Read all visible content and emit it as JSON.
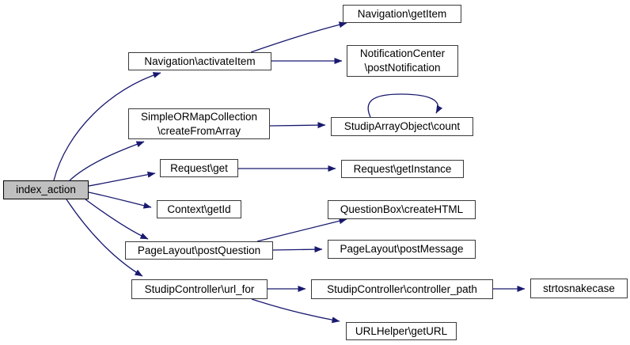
{
  "diagram": {
    "type": "call-graph",
    "root_function": "index_action",
    "colors": {
      "edge": "#191970",
      "node_fill": "#ffffff",
      "node_border": "#3a3a3a",
      "root_fill": "#c0c0c0",
      "root_border": "#000000",
      "text": "#000000",
      "background": "#ffffff"
    },
    "nodes": {
      "index_action": {
        "label": "index_action"
      },
      "navigation_activateitem": {
        "label": "Navigation\\activateItem"
      },
      "navigation_getitem": {
        "label": "Navigation\\getItem"
      },
      "notificationcenter_postnotification": {
        "label": "NotificationCenter\n\\postNotification"
      },
      "simpleormapcollection_createfromarray": {
        "label": "SimpleORMapCollection\n\\createFromArray"
      },
      "studiparrayobject_count": {
        "label": "StudipArrayObject\\count"
      },
      "request_get": {
        "label": "Request\\get"
      },
      "request_getinstance": {
        "label": "Request\\getInstance"
      },
      "context_getid": {
        "label": "Context\\getId"
      },
      "questionbox_createhtml": {
        "label": "QuestionBox\\createHTML"
      },
      "pagelayout_postquestion": {
        "label": "PageLayout\\postQuestion"
      },
      "pagelayout_postmessage": {
        "label": "PageLayout\\postMessage"
      },
      "studipcontroller_url_for": {
        "label": "StudipController\\url_for"
      },
      "studipcontroller_controller_path": {
        "label": "StudipController\\controller_path"
      },
      "strtosnakecase": {
        "label": "strtosnakecase"
      },
      "urlhelper_geturl": {
        "label": "URLHelper\\getURL"
      }
    },
    "edges": [
      {
        "from": "index_action",
        "to": "Navigation\\activateItem"
      },
      {
        "from": "index_action",
        "to": "SimpleORMapCollection\\createFromArray"
      },
      {
        "from": "index_action",
        "to": "Request\\get"
      },
      {
        "from": "index_action",
        "to": "Context\\getId"
      },
      {
        "from": "index_action",
        "to": "PageLayout\\postQuestion"
      },
      {
        "from": "index_action",
        "to": "StudipController\\url_for"
      },
      {
        "from": "Navigation\\activateItem",
        "to": "Navigation\\getItem"
      },
      {
        "from": "Navigation\\activateItem",
        "to": "NotificationCenter\\postNotification"
      },
      {
        "from": "SimpleORMapCollection\\createFromArray",
        "to": "StudipArrayObject\\count"
      },
      {
        "from": "StudipArrayObject\\count",
        "to": "StudipArrayObject\\count"
      },
      {
        "from": "Request\\get",
        "to": "Request\\getInstance"
      },
      {
        "from": "PageLayout\\postQuestion",
        "to": "QuestionBox\\createHTML"
      },
      {
        "from": "PageLayout\\postQuestion",
        "to": "PageLayout\\postMessage"
      },
      {
        "from": "StudipController\\url_for",
        "to": "StudipController\\controller_path"
      },
      {
        "from": "StudipController\\controller_path",
        "to": "strtosnakecase"
      },
      {
        "from": "StudipController\\url_for",
        "to": "URLHelper\\getURL"
      }
    ]
  }
}
